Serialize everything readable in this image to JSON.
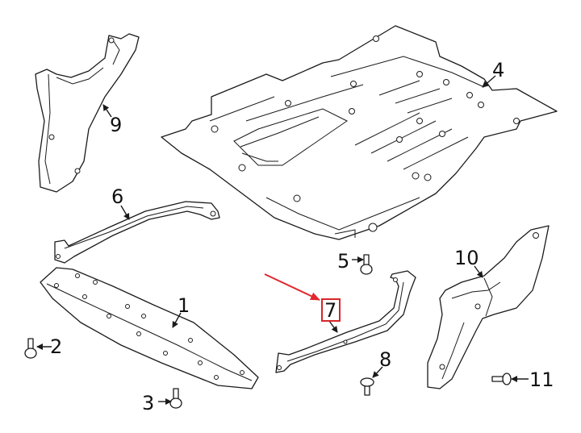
{
  "callouts": {
    "c1": "1",
    "c2": "2",
    "c3": "3",
    "c4": "4",
    "c5": "5",
    "c6": "6",
    "c7": "7",
    "c8": "8",
    "c9": "9",
    "c10": "10",
    "c11": "11"
  },
  "highlight": {
    "part": "7",
    "box_color": "#d6262b",
    "arrow_color": "#e0282e"
  }
}
